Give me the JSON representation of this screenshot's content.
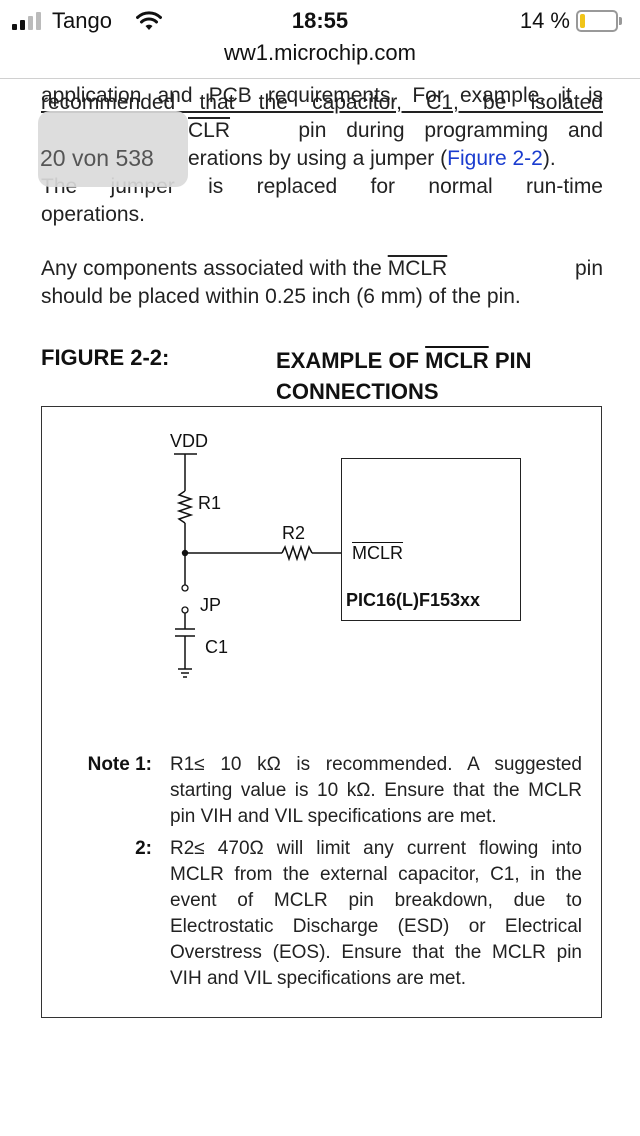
{
  "status": {
    "carrier": "Tango",
    "time": "18:55",
    "battery_pct": "14 %",
    "battery_level": 0.14,
    "icons": [
      "signal-icon",
      "wifi-icon",
      "battery-icon"
    ]
  },
  "browser": {
    "url": "ww1.microchip.com"
  },
  "page_indicator": "20 von 538",
  "doc": {
    "l1": "application and PCB requirements. For example, it is",
    "l2": "recommended that the capacitor, C1, be isolated",
    "l3_name": "CLR",
    "l3_rest": "pin during programming and",
    "l4_a": "erations by using a jumper (",
    "l4_link": "Figure 2-2",
    "l4_b": ").",
    "l5": "The jumper is replaced for normal run-time",
    "l6": "operations.",
    "p2_a": "Any components associated with the",
    "p2_name": "MCLR",
    "p2_b": "pin",
    "p2_c": "should be placed within 0.25 inch (6 mm) of the pin."
  },
  "figure": {
    "label": "FIGURE 2-2:",
    "title_a": "EXAMPLE OF",
    "title_name": "MCLR",
    "title_b": "PIN",
    "title_c": "CONNECTIONS",
    "vdd": "VDD",
    "r1": "R1",
    "r2": "R2",
    "jp": "JP",
    "c1": "C1",
    "chip_pin": "MCLR",
    "chip_name": "PIC16(L)F153xx"
  },
  "notes": [
    {
      "num": "Note 1:",
      "text": "R1≤ 10 kΩ is recommended. A suggested starting value is 10 kΩ. Ensure that the MCLR pin VIH and VIL specifications are met."
    },
    {
      "num": "2:",
      "text": "R2≤ 470Ω will limit any current flowing into MCLR from the external capacitor, C1, in the event of MCLR pin breakdown, due to Electrostatic Discharge (ESD) or Electrical Overstress (EOS). Ensure that the MCLR pin VIH and VIL specifications are met."
    }
  ],
  "colors": {
    "link": "#1a3ccf",
    "battery": "#f0c419"
  }
}
